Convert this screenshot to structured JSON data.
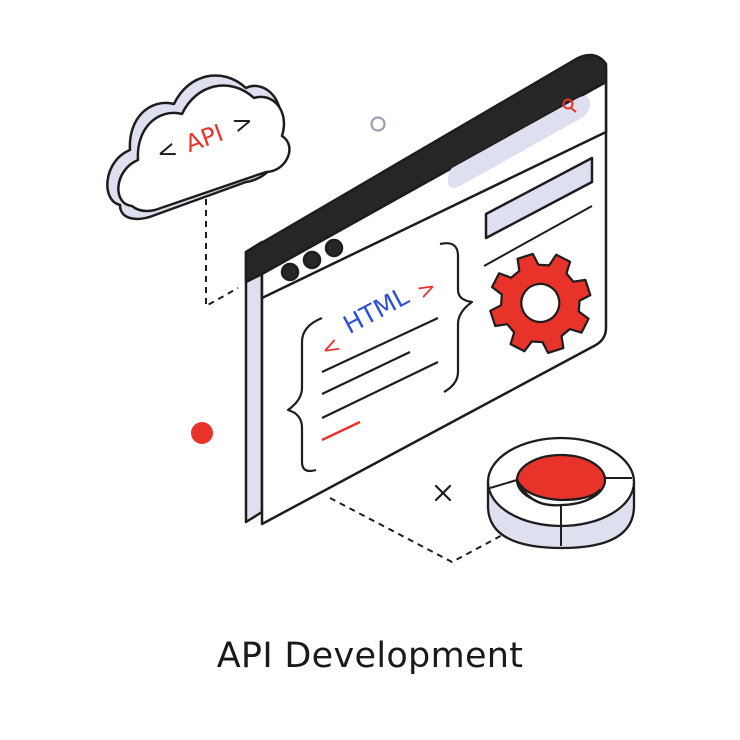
{
  "illustration": {
    "caption": "API Development",
    "cloud_label": "API",
    "code_label": "HTML",
    "colors": {
      "accent_red": "#e8332a",
      "code_blue": "#2d4fd8",
      "outline": "#1d1d1d",
      "shade": "#dfe0ef",
      "frame_dark": "#262626",
      "background": "#ffffff"
    },
    "icons": [
      "cloud-icon",
      "browser-window-icon",
      "search-icon",
      "gear-icon",
      "donut-chart-icon",
      "close-icon"
    ]
  }
}
